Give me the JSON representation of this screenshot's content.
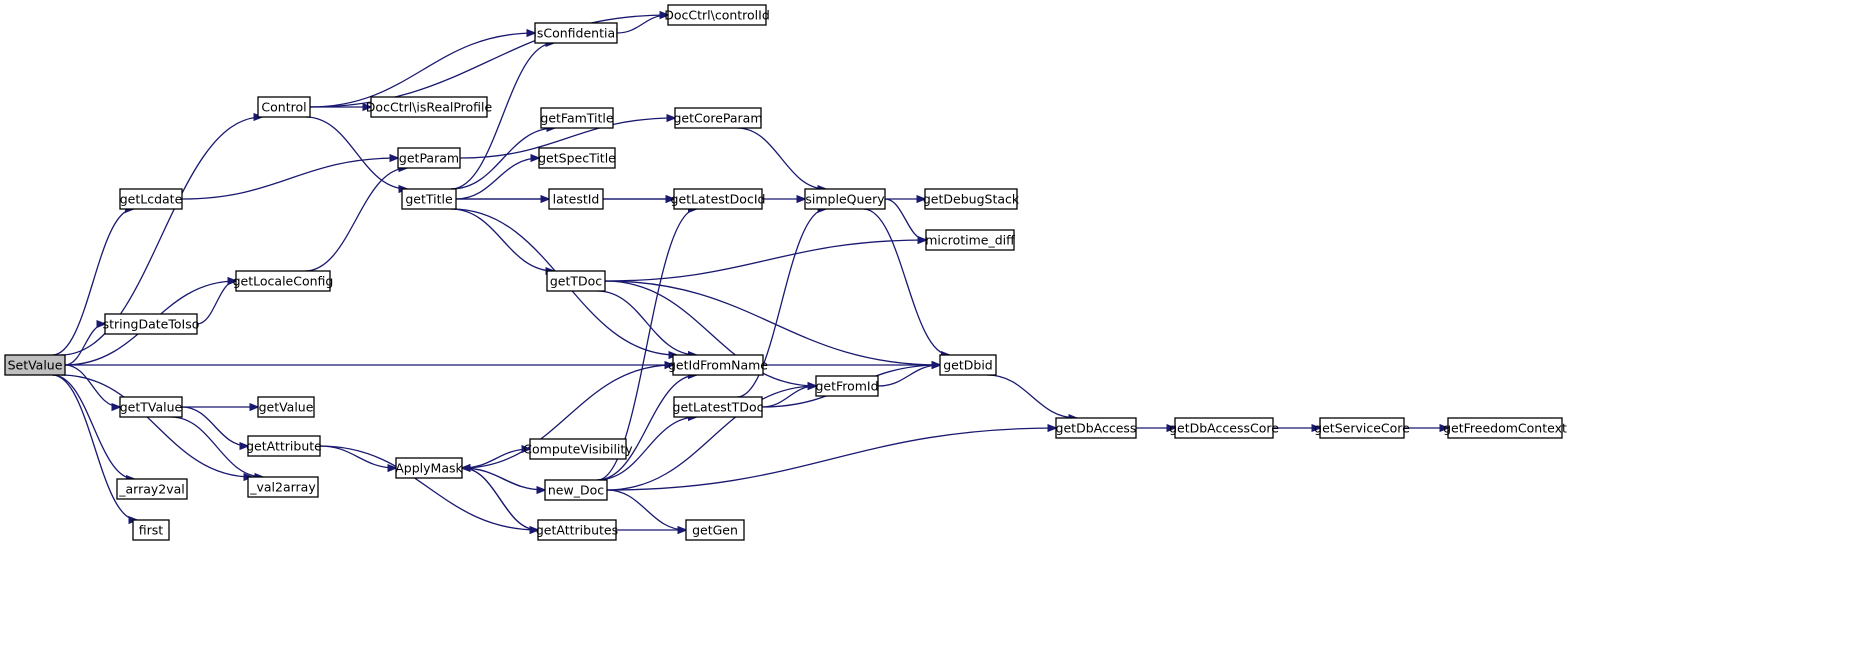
{
  "colors": {
    "edge": "#191970",
    "node_fill": "#ffffff",
    "root_fill": "#bfbfbf",
    "border": "#000000"
  },
  "nodes": [
    {
      "id": "SetValue",
      "label": "SetValue",
      "root": true
    },
    {
      "id": "Control",
      "label": "Control"
    },
    {
      "id": "getLcdate",
      "label": "getLcdate"
    },
    {
      "id": "getLocaleConfig",
      "label": "getLocaleConfig"
    },
    {
      "id": "stringDateToIso",
      "label": "stringDateToIso"
    },
    {
      "id": "getTValue",
      "label": "getTValue"
    },
    {
      "id": "_array2val",
      "label": "_array2val"
    },
    {
      "id": "first",
      "label": "first"
    },
    {
      "id": "getValue",
      "label": "getValue"
    },
    {
      "id": "getAttribute",
      "label": "getAttribute"
    },
    {
      "id": "_val2array",
      "label": "_val2array"
    },
    {
      "id": "getParam",
      "label": "getParam"
    },
    {
      "id": "getTitle",
      "label": "getTitle"
    },
    {
      "id": "DocCtrlisRealProfile",
      "label": "DocCtrl\\isRealProfile"
    },
    {
      "id": "isConfidential",
      "label": "isConfidential"
    },
    {
      "id": "DocCtrlcontrolId",
      "label": "DocCtrl\\controlId"
    },
    {
      "id": "getFamTitle",
      "label": "getFamTitle"
    },
    {
      "id": "getSpecTitle",
      "label": "getSpecTitle"
    },
    {
      "id": "latestId",
      "label": "latestId"
    },
    {
      "id": "getTDoc",
      "label": "getTDoc"
    },
    {
      "id": "ApplyMask",
      "label": "ApplyMask"
    },
    {
      "id": "ComputeVisibility",
      "label": "ComputeVisibility"
    },
    {
      "id": "new_Doc",
      "label": "new_Doc"
    },
    {
      "id": "getAttributes",
      "label": "getAttributes"
    },
    {
      "id": "getCoreParam",
      "label": "getCoreParam"
    },
    {
      "id": "getLatestDocId",
      "label": "getLatestDocId"
    },
    {
      "id": "getIdFromName",
      "label": "getIdFromName"
    },
    {
      "id": "getLatestTDoc",
      "label": "getLatestTDoc"
    },
    {
      "id": "getGen",
      "label": "getGen"
    },
    {
      "id": "simpleQuery",
      "label": "simpleQuery"
    },
    {
      "id": "getFromId",
      "label": "getFromId"
    },
    {
      "id": "getDebugStack",
      "label": "getDebugStack"
    },
    {
      "id": "microtime_diff",
      "label": "microtime_diff"
    },
    {
      "id": "getDbid",
      "label": "getDbid"
    },
    {
      "id": "getDbAccess",
      "label": "getDbAccess"
    },
    {
      "id": "getDbAccessCore",
      "label": "getDbAccessCore"
    },
    {
      "id": "getServiceCore",
      "label": "getServiceCore"
    },
    {
      "id": "getFreedomContext",
      "label": "getFreedomContext"
    }
  ],
  "edges": [
    [
      "SetValue",
      "Control"
    ],
    [
      "SetValue",
      "getLcdate"
    ],
    [
      "SetValue",
      "getLocaleConfig"
    ],
    [
      "SetValue",
      "stringDateToIso"
    ],
    [
      "SetValue",
      "getIdFromName"
    ],
    [
      "SetValue",
      "getTValue"
    ],
    [
      "SetValue",
      "_val2array"
    ],
    [
      "SetValue",
      "_array2val"
    ],
    [
      "SetValue",
      "first"
    ],
    [
      "Control",
      "DocCtrlcontrolId"
    ],
    [
      "Control",
      "isConfidential"
    ],
    [
      "Control",
      "DocCtrlisRealProfile"
    ],
    [
      "Control",
      "getTitle"
    ],
    [
      "isConfidential",
      "DocCtrlcontrolId"
    ],
    [
      "getLcdate",
      "getParam"
    ],
    [
      "getParam",
      "getCoreParam"
    ],
    [
      "getLocaleConfig",
      "getParam"
    ],
    [
      "stringDateToIso",
      "getLocaleConfig"
    ],
    [
      "getTitle",
      "isConfidential"
    ],
    [
      "getTitle",
      "getFamTitle"
    ],
    [
      "getTitle",
      "getSpecTitle"
    ],
    [
      "getTitle",
      "latestId"
    ],
    [
      "getTitle",
      "getLatestDocId"
    ],
    [
      "getTitle",
      "getTDoc"
    ],
    [
      "getTitle",
      "getIdFromName"
    ],
    [
      "latestId",
      "getLatestDocId"
    ],
    [
      "getLatestDocId",
      "simpleQuery"
    ],
    [
      "getCoreParam",
      "simpleQuery"
    ],
    [
      "simpleQuery",
      "getDebugStack"
    ],
    [
      "simpleQuery",
      "microtime_diff"
    ],
    [
      "simpleQuery",
      "getDbid"
    ],
    [
      "getTDoc",
      "microtime_diff"
    ],
    [
      "getTDoc",
      "getIdFromName"
    ],
    [
      "getTDoc",
      "getFromId"
    ],
    [
      "getTDoc",
      "getDbid"
    ],
    [
      "getIdFromName",
      "getDbid"
    ],
    [
      "getFromId",
      "getDbid"
    ],
    [
      "getLatestTDoc",
      "getFromId"
    ],
    [
      "getLatestTDoc",
      "simpleQuery"
    ],
    [
      "getLatestTDoc",
      "getDbid"
    ],
    [
      "getDbid",
      "getDbAccess"
    ],
    [
      "getDbAccess",
      "getDbAccessCore"
    ],
    [
      "getDbAccessCore",
      "getServiceCore"
    ],
    [
      "getServiceCore",
      "getFreedomContext"
    ],
    [
      "getTValue",
      "getValue"
    ],
    [
      "getTValue",
      "getAttribute"
    ],
    [
      "getTValue",
      "_val2array"
    ],
    [
      "getAttribute",
      "ApplyMask"
    ],
    [
      "getAttribute",
      "getAttributes"
    ],
    [
      "ApplyMask",
      "getIdFromName"
    ],
    [
      "ApplyMask",
      "ComputeVisibility"
    ],
    [
      "ApplyMask",
      "new_Doc"
    ],
    [
      "ApplyMask",
      "getAttributes"
    ],
    [
      "new_Doc",
      "getLatestDocId"
    ],
    [
      "new_Doc",
      "getIdFromName"
    ],
    [
      "new_Doc",
      "getLatestTDoc"
    ],
    [
      "new_Doc",
      "getFromId"
    ],
    [
      "new_Doc",
      "getDbAccess"
    ],
    [
      "new_Doc",
      "getGen"
    ],
    [
      "new_Doc",
      "ApplyMask"
    ],
    [
      "getAttributes",
      "ApplyMask"
    ],
    [
      "getAttributes",
      "getGen"
    ]
  ]
}
